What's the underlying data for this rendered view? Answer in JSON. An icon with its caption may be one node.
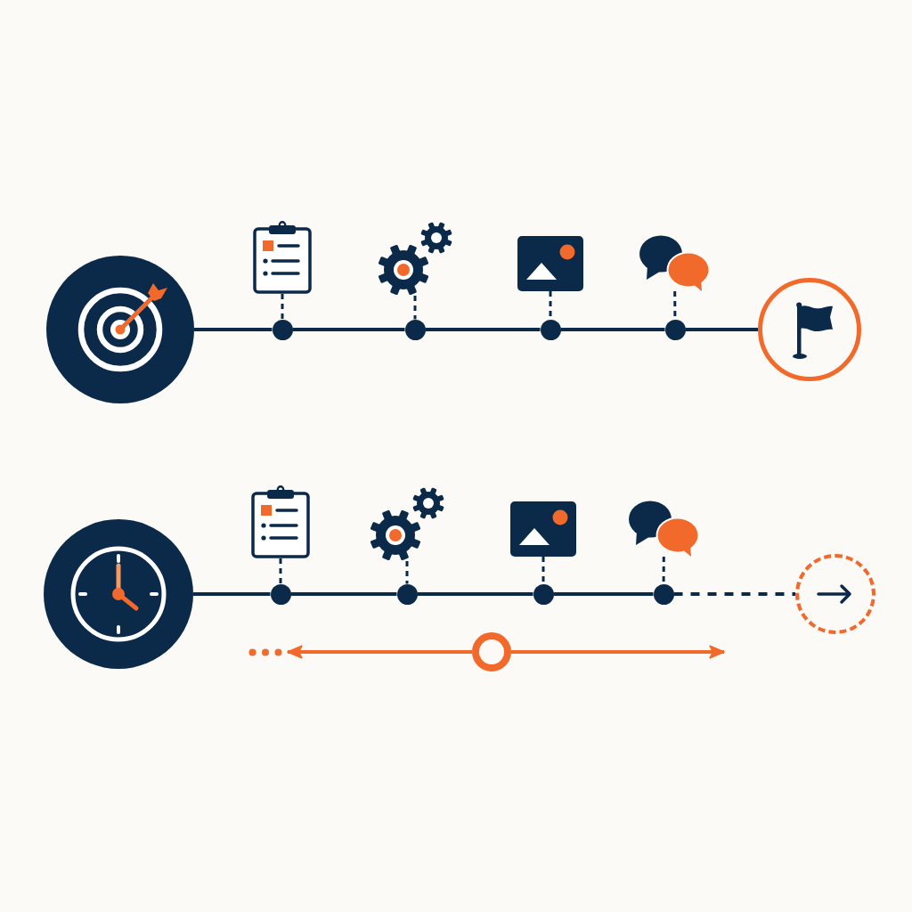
{
  "diagram": {
    "nodes": [
      {
        "text": [],
        "shape": "circle"
      },
      {
        "text": [],
        "shape": "picture"
      },
      {
        "text": [],
        "shape": "circle"
      },
      {
        "text": [],
        "shape": "picture"
      },
      {
        "text": [],
        "shape": "circle"
      },
      {
        "text": [],
        "shape": "picture"
      },
      {
        "text": [],
        "shape": "circle"
      },
      {
        "text": [],
        "shape": "picture"
      },
      {
        "text": [],
        "shape": "circle"
      },
      {
        "text": [],
        "shape": "circle"
      },
      {
        "text": [],
        "shape": "circle"
      },
      {
        "text": [],
        "shape": "picture"
      },
      {
        "text": [],
        "shape": "circle"
      },
      {
        "text": [],
        "shape": "picture"
      },
      {
        "text": [],
        "shape": "circle"
      },
      {
        "text": [],
        "shape": "picture"
      },
      {
        "text": [],
        "shape": "circle"
      },
      {
        "text": [],
        "shape": "picture"
      },
      {
        "text": [],
        "shape": "circle"
      },
      {
        "text": [],
        "shape": "circle"
      },
      {
        "text": [],
        "shape": "circle"
      }
    ],
    "edges": [
      {
        "from": 0,
        "to": 2,
        "arrow": "none"
      },
      {
        "from": 1,
        "to": 2,
        "arrow": "none",
        "style": "dashed"
      },
      {
        "from": 2,
        "to": 4,
        "arrow": "none"
      },
      {
        "from": 3,
        "to": 4,
        "arrow": "none",
        "style": "dashed"
      },
      {
        "from": 4,
        "to": 6,
        "arrow": "none"
      },
      {
        "from": 5,
        "to": 6,
        "arrow": "none",
        "style": "dashed"
      },
      {
        "from": 6,
        "to": 8,
        "arrow": "none"
      },
      {
        "from": 7,
        "to": 8,
        "arrow": "none",
        "style": "dashed"
      },
      {
        "from": 8,
        "to": 9,
        "arrow": "none"
      },
      {
        "from": 10,
        "to": 12,
        "arrow": "none"
      },
      {
        "from": 11,
        "to": 12,
        "arrow": "none",
        "style": "dashed"
      },
      {
        "from": 12,
        "to": 14,
        "arrow": "none"
      },
      {
        "from": 13,
        "to": 14,
        "arrow": "none",
        "style": "dashed"
      },
      {
        "from": 14,
        "to": 16,
        "arrow": "none"
      },
      {
        "from": 15,
        "to": 16,
        "arrow": "none",
        "style": "dashed"
      },
      {
        "from": 16,
        "to": 18,
        "arrow": "none"
      },
      {
        "from": 17,
        "to": 18,
        "arrow": "none",
        "style": "dashed"
      },
      {
        "from": 18,
        "to": 19,
        "arrow": "none",
        "style": "dashed"
      },
      {
        "from": 20,
        "to": null,
        "arrow": "to",
        "color": "#f26a2b"
      },
      {
        "from": 20,
        "to": null,
        "arrow": "to",
        "color": "#f26a2b"
      }
    ]
  }
}
